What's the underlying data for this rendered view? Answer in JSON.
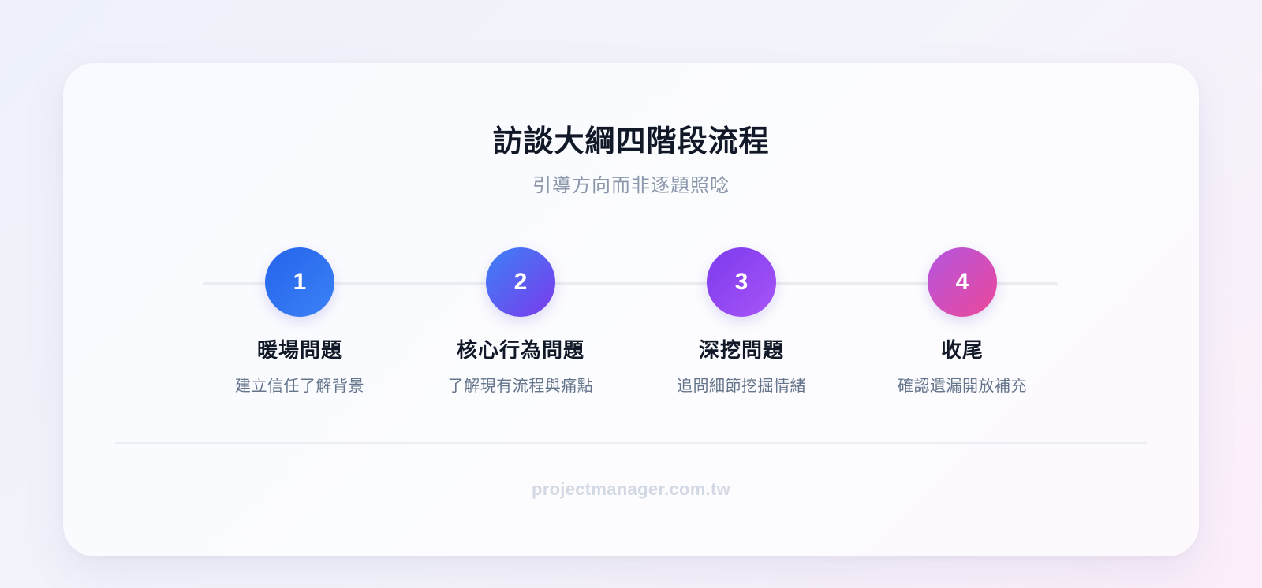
{
  "header": {
    "title": "訪談大綱四階段流程",
    "subtitle": "引導方向而非逐題照唸"
  },
  "steps": [
    {
      "number": "1",
      "title": "暖場問題",
      "description": "建立信任了解背景",
      "gradient": [
        "#2563eb",
        "#3b82f6"
      ]
    },
    {
      "number": "2",
      "title": "核心行為問題",
      "description": "了解現有流程與痛點",
      "gradient": [
        "#3b82f6",
        "#7c3aed"
      ]
    },
    {
      "number": "3",
      "title": "深挖問題",
      "description": "追問細節挖掘情緒",
      "gradient": [
        "#7c3aed",
        "#a855f7"
      ]
    },
    {
      "number": "4",
      "title": "收尾",
      "description": "確認遺漏開放補充",
      "gradient": [
        "#b455e0",
        "#ec4899"
      ]
    }
  ],
  "footer": {
    "text": "projectmanager.com.tw"
  }
}
